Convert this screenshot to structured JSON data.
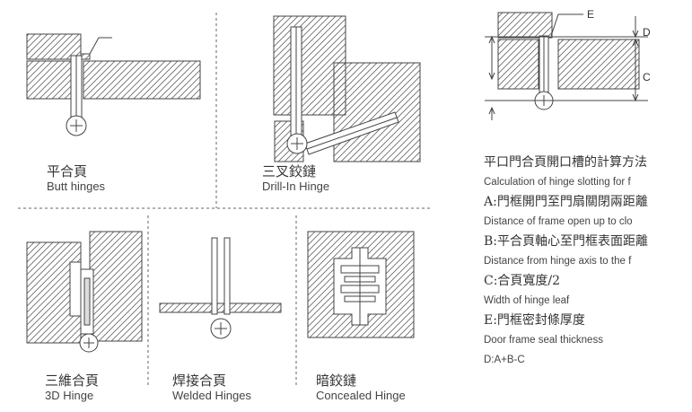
{
  "hinges": [
    {
      "zh": "平合頁",
      "en": "Butt hinges"
    },
    {
      "zh": "三叉鉸鏈",
      "en": "Drill-In Hinge"
    },
    {
      "zh": "三維合頁",
      "en": "3D Hinge"
    },
    {
      "zh": "焊接合頁",
      "en": "Welded Hinges"
    },
    {
      "zh": "暗鉸鏈",
      "en": "Concealed Hinge"
    }
  ],
  "calc_diagram": {
    "labels": {
      "e": "E",
      "d": "D",
      "c": "C"
    }
  },
  "calculation": {
    "title": "平口門合頁開口槽的計算方法",
    "title_en": "Calculation of hinge slotting for f",
    "lines": [
      {
        "zh": "A:門框開門至門扇關閉兩距離",
        "en": "Distance of frame open up to clo"
      },
      {
        "zh": "B:平合頁軸心至門框表面距離",
        "en": "Distance from hinge axis to the f"
      },
      {
        "zh": "C:合頁寬度/2",
        "en": "Width of hinge leaf"
      },
      {
        "zh": "E:門框密封條厚度",
        "en": "Door frame seal thickness"
      }
    ],
    "formula": "D:A+B-C"
  }
}
